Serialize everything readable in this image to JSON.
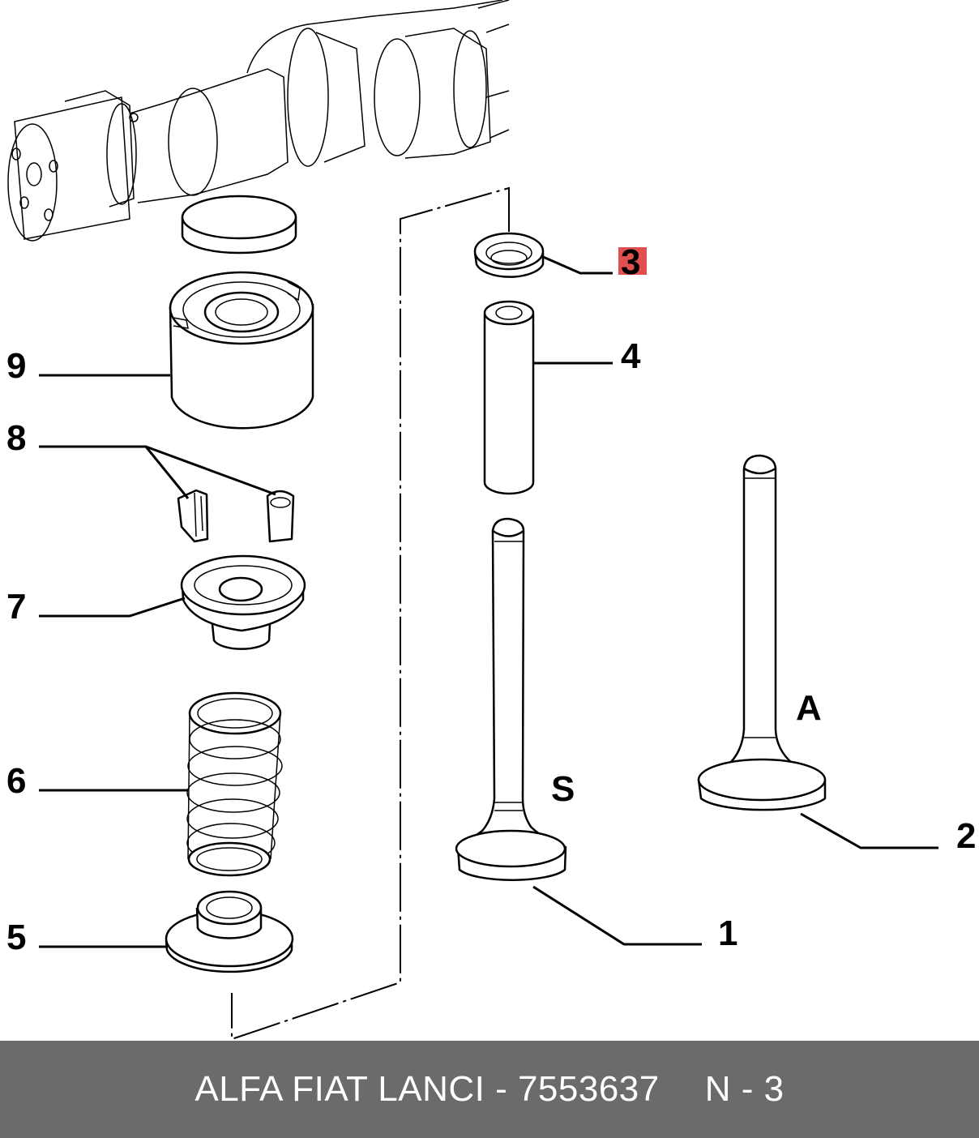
{
  "callouts": {
    "c1": "1",
    "c2": "2",
    "c3": "3",
    "c4": "4",
    "c5": "5",
    "c6": "6",
    "c7": "7",
    "c8": "8",
    "c9": "9"
  },
  "valve_labels": {
    "s": "S",
    "a": "A"
  },
  "highlight_color": "#e05050",
  "footer": {
    "brand_part": "ALFA FIAT LANCI - 7553637",
    "ref": "N - 3"
  }
}
